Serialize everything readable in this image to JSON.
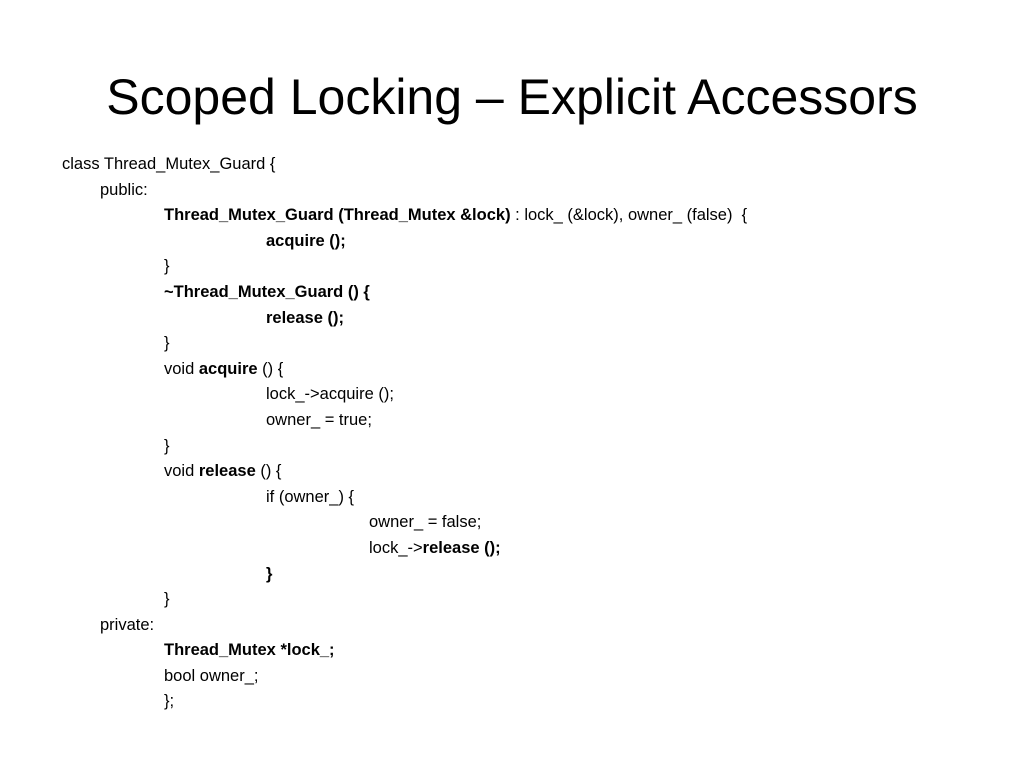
{
  "slide": {
    "title": "Scoped Locking – Explicit Accessors",
    "code_lines": [
      [
        {
          "t": "class Thread_Mutex_Guard {",
          "b": false
        }
      ],
      [
        {
          "t": "public:",
          "b": false
        }
      ],
      [
        {
          "t": "Thread_Mutex_Guard (Thread_Mutex &lock)",
          "b": true
        },
        {
          "t": " : lock_ (&lock), owner_ (false)  {",
          "b": false
        }
      ],
      [
        {
          "t": "acquire ();",
          "b": true
        }
      ],
      [
        {
          "t": "}",
          "b": false
        }
      ],
      [
        {
          "t": "~Thread_Mutex_Guard () {",
          "b": true
        }
      ],
      [
        {
          "t": "release ();",
          "b": true
        }
      ],
      [
        {
          "t": "}",
          "b": false
        }
      ],
      [
        {
          "t": "void ",
          "b": false
        },
        {
          "t": "acquire",
          "b": true
        },
        {
          "t": " () {",
          "b": false
        }
      ],
      [
        {
          "t": "lock_->acquire ();",
          "b": false
        }
      ],
      [
        {
          "t": "owner_ = true;",
          "b": false
        }
      ],
      [
        {
          "t": "}",
          "b": false
        }
      ],
      [
        {
          "t": "void ",
          "b": false
        },
        {
          "t": "release",
          "b": true
        },
        {
          "t": " () {",
          "b": false
        }
      ],
      [
        {
          "t": "if (owner_) {",
          "b": false
        }
      ],
      [
        {
          "t": "owner_ = false;",
          "b": false
        }
      ],
      [
        {
          "t": "lock_->",
          "b": false
        },
        {
          "t": "release ();",
          "b": true
        }
      ],
      [
        {
          "t": "}",
          "b": true
        }
      ],
      [
        {
          "t": "}",
          "b": false
        }
      ],
      [
        {
          "t": "private:",
          "b": false
        }
      ],
      [
        {
          "t": "Thread_Mutex *lock_;",
          "b": true
        }
      ],
      [
        {
          "t": "bool owner_;",
          "b": false
        }
      ],
      [
        {
          "t": "};",
          "b": false
        }
      ]
    ]
  }
}
